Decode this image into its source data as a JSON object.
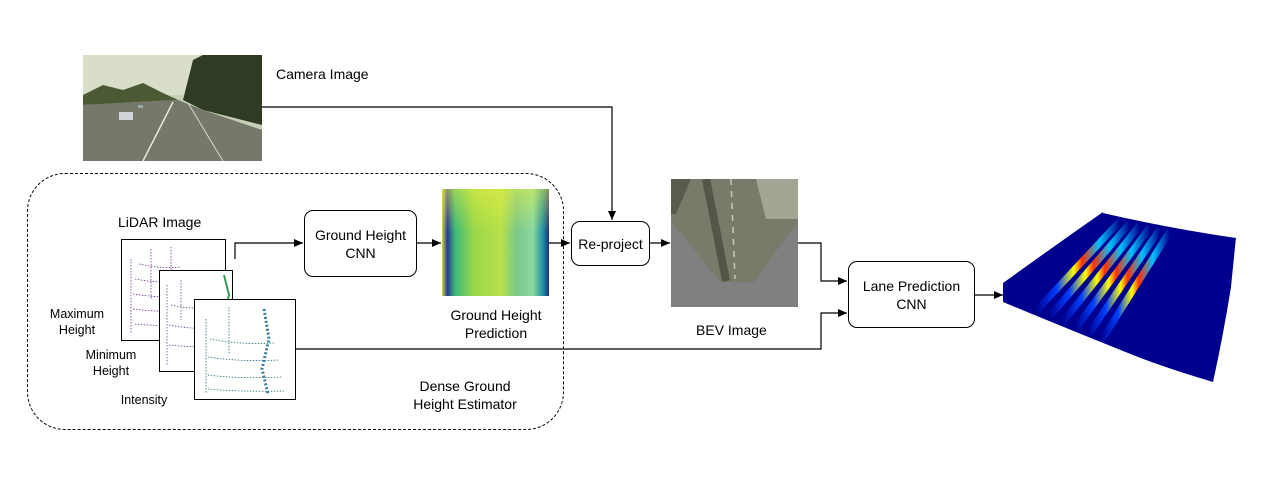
{
  "labels": {
    "camera_image": "Camera Image",
    "lidar_image": "LiDAR Image",
    "maximum_height_1": "Maximum",
    "maximum_height_2": "Height",
    "minimum_height_1": "Minimum",
    "minimum_height_2": "Height",
    "intensity": "Intensity",
    "ground_height_prediction_1": "Ground Height",
    "ground_height_prediction_2": "Prediction",
    "bev_image": "BEV Image",
    "dense_estimator_1": "Dense Ground",
    "dense_estimator_2": "Height Estimator"
  },
  "boxes": {
    "ground_height_cnn_1": "Ground Height",
    "ground_height_cnn_2": "CNN",
    "reproject": "Re-project",
    "lane_prediction_cnn_1": "Lane Prediction",
    "lane_prediction_cnn_2": "CNN"
  },
  "colors": {
    "line": "#000000",
    "bev_gray": "#808080",
    "lane_blue": "#00008f"
  }
}
